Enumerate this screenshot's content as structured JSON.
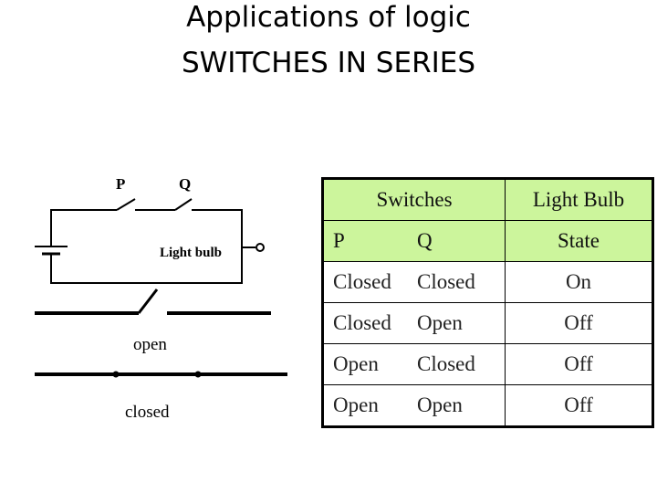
{
  "title_line1": "Applications of logic",
  "title_line2": "SWITCHES IN SERIES",
  "circuit": {
    "switch_p": "P",
    "switch_q": "Q",
    "bulb_label": "Light bulb",
    "open_label": "open",
    "closed_label": "closed"
  },
  "table": {
    "header1": [
      "Switches",
      "Light Bulb"
    ],
    "header2": {
      "p": "P",
      "q": "Q",
      "state": "State"
    },
    "rows": [
      {
        "p": "Closed",
        "q": "Closed",
        "state": "On"
      },
      {
        "p": "Closed",
        "q": "Open",
        "state": "Off"
      },
      {
        "p": "Open",
        "q": "Closed",
        "state": "Off"
      },
      {
        "p": "Open",
        "q": "Open",
        "state": "Off"
      }
    ]
  },
  "colors": {
    "header_bg": "#ccf59c",
    "border": "#000000"
  }
}
